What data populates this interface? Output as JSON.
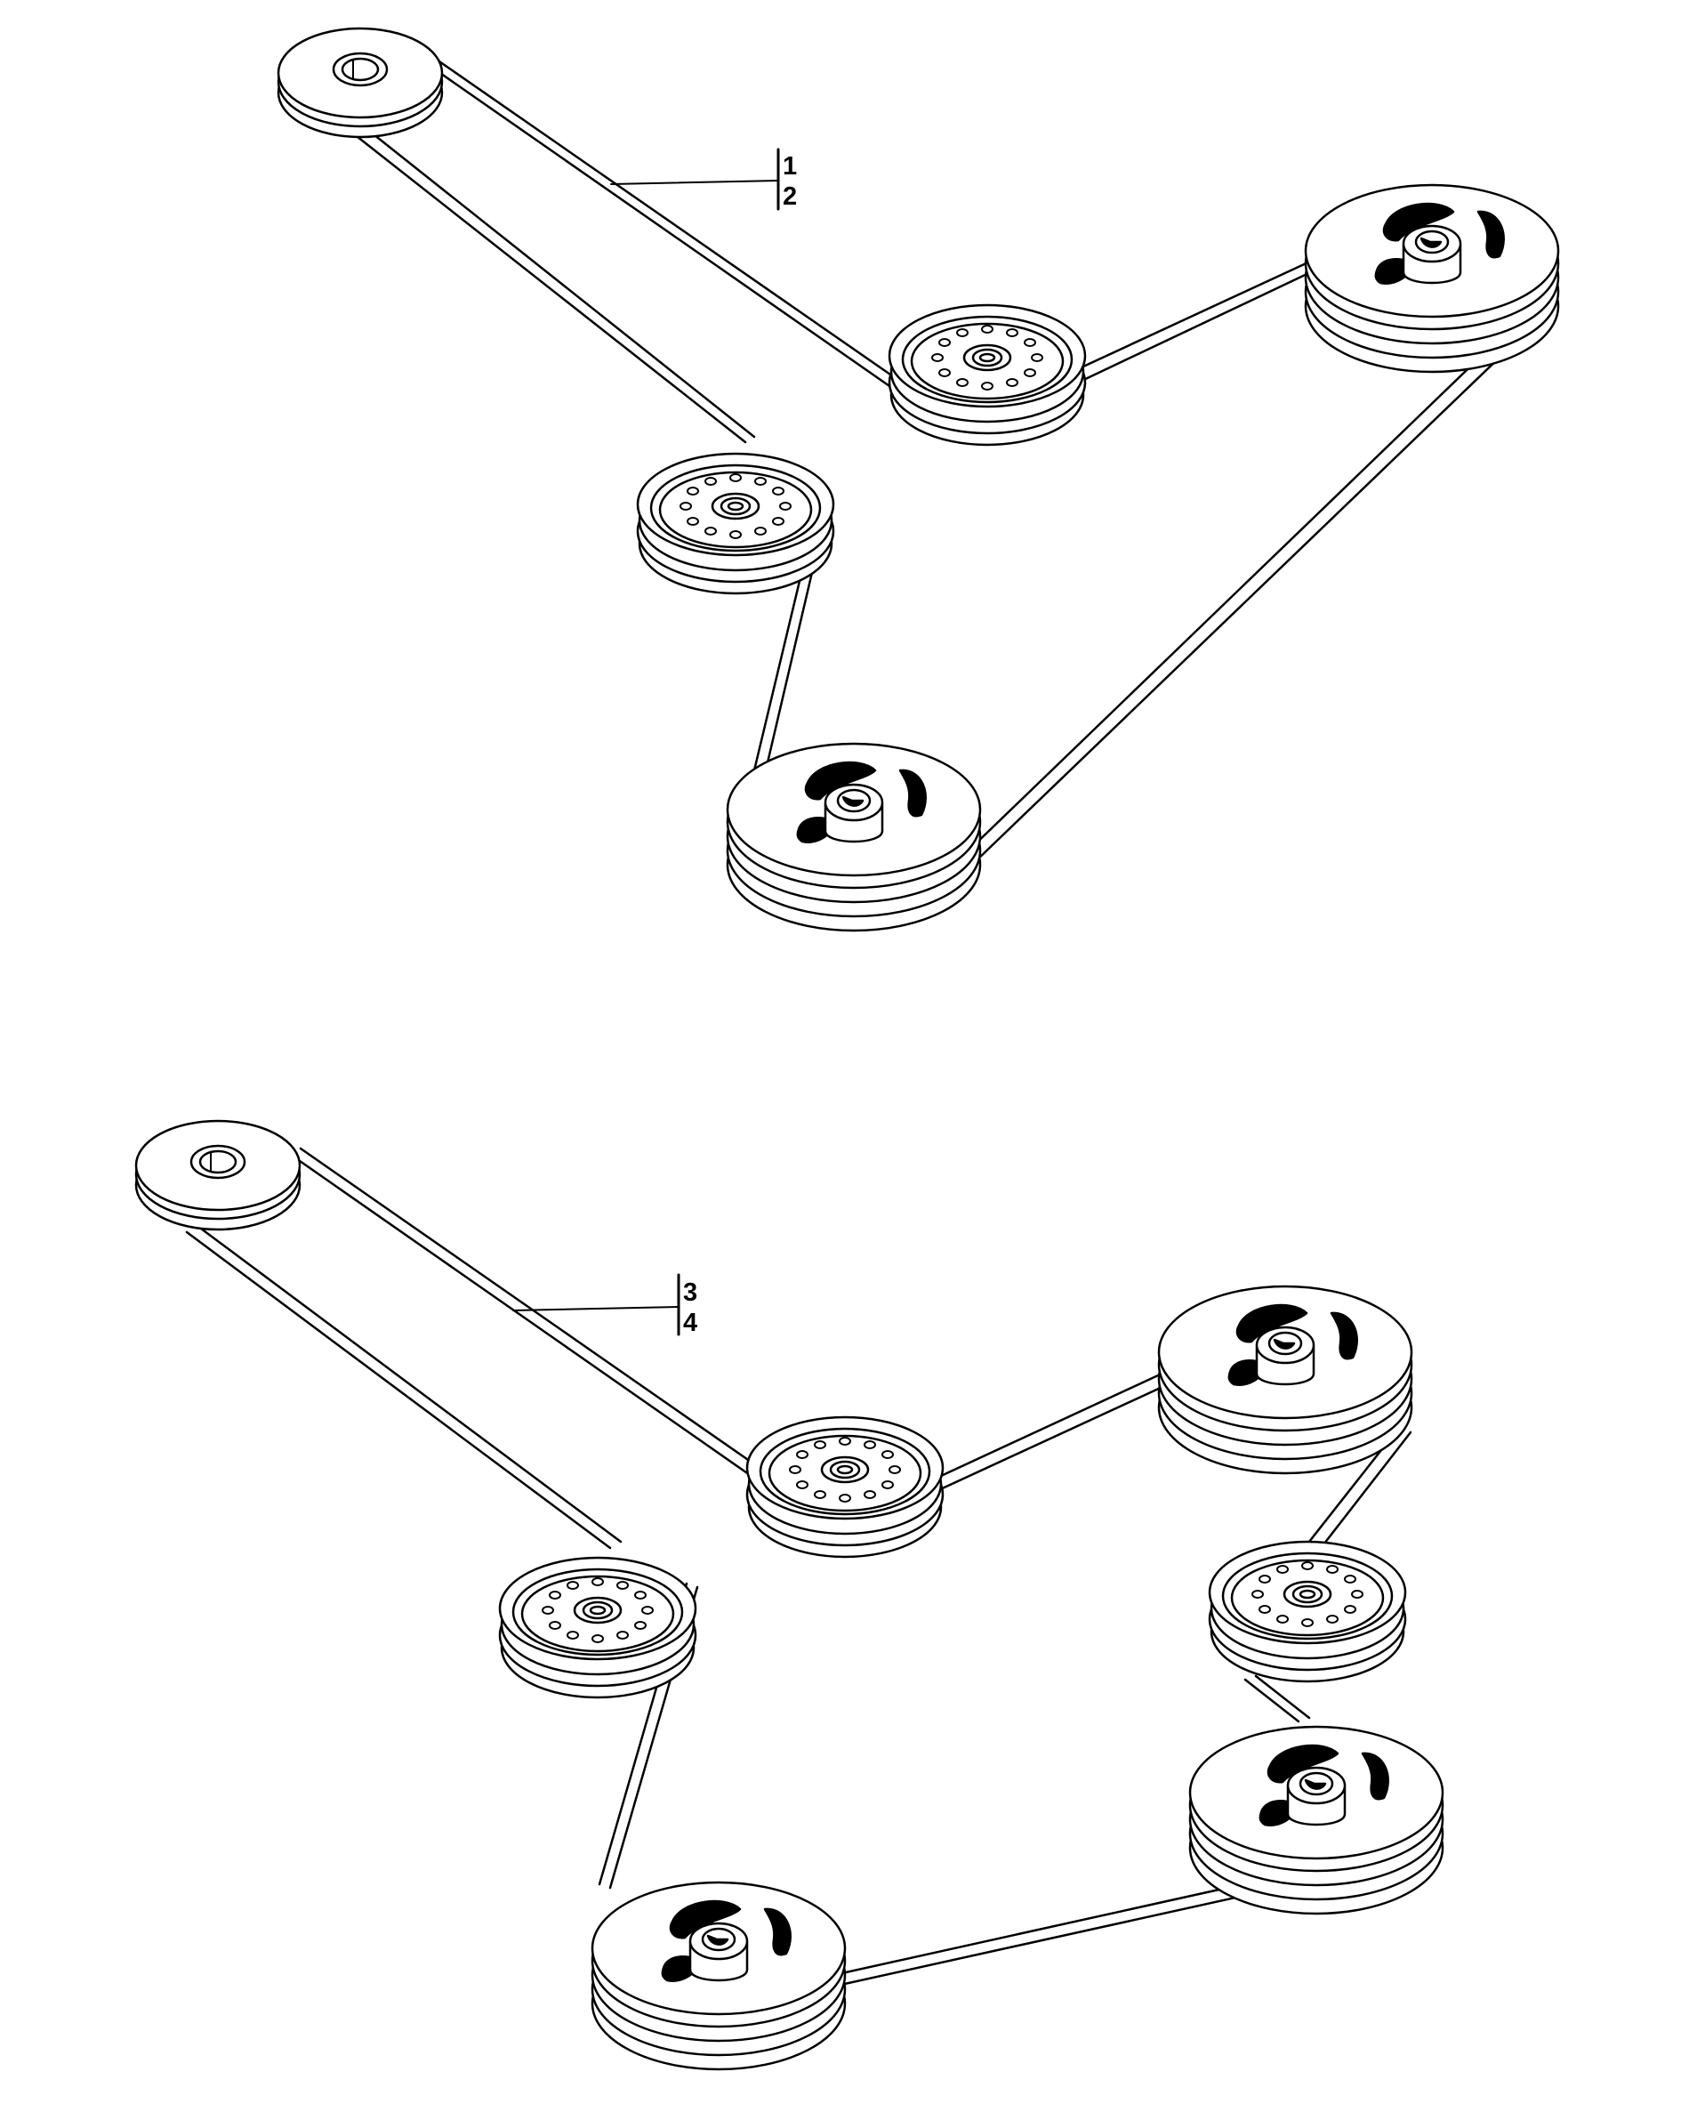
{
  "diagram": {
    "callouts": [
      {
        "id": "callout-top",
        "labels": [
          "1",
          "2"
        ]
      },
      {
        "id": "callout-bottom",
        "labels": [
          "3",
          "4"
        ]
      }
    ],
    "colors": {
      "line": "#000000",
      "fill": "#ffffff"
    },
    "assemblies": [
      {
        "name": "belt-assembly-top",
        "pulleys": [
          "engine-pulley",
          "idler-pulley",
          "spindle-pulley",
          "idler-pulley",
          "spindle-pulley"
        ]
      },
      {
        "name": "belt-assembly-bottom",
        "pulleys": [
          "engine-pulley",
          "idler-pulley",
          "spindle-pulley",
          "idler-pulley",
          "idler-pulley",
          "spindle-pulley",
          "spindle-pulley"
        ]
      }
    ]
  }
}
